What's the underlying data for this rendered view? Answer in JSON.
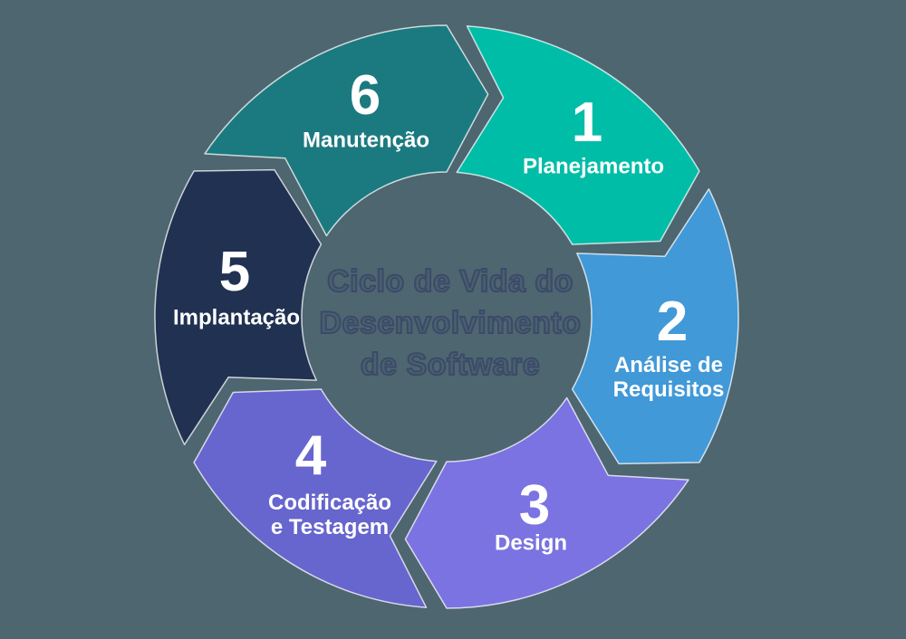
{
  "diagram": {
    "background_color": "#4D6670",
    "text_color": "#FFFFFF",
    "title_color": "#3B4A68",
    "title_lines": [
      "Ciclo de Vida do",
      "Desenvolvimento",
      "de Software"
    ],
    "segments": [
      {
        "number": "1",
        "lines": [
          "Planejamento"
        ],
        "color": "#00BDA7"
      },
      {
        "number": "2",
        "lines": [
          "Análise de",
          "Requisitos"
        ],
        "color": "#4199D8"
      },
      {
        "number": "3",
        "lines": [
          "Design"
        ],
        "color": "#7B73E1"
      },
      {
        "number": "4",
        "lines": [
          "Codificação",
          "e Testagem"
        ],
        "color": "#6765CE"
      },
      {
        "number": "5",
        "lines": [
          "Implantação"
        ],
        "color": "#203152"
      },
      {
        "number": "6",
        "lines": [
          "Manutenção"
        ],
        "color": "#1B7A7F"
      }
    ]
  }
}
